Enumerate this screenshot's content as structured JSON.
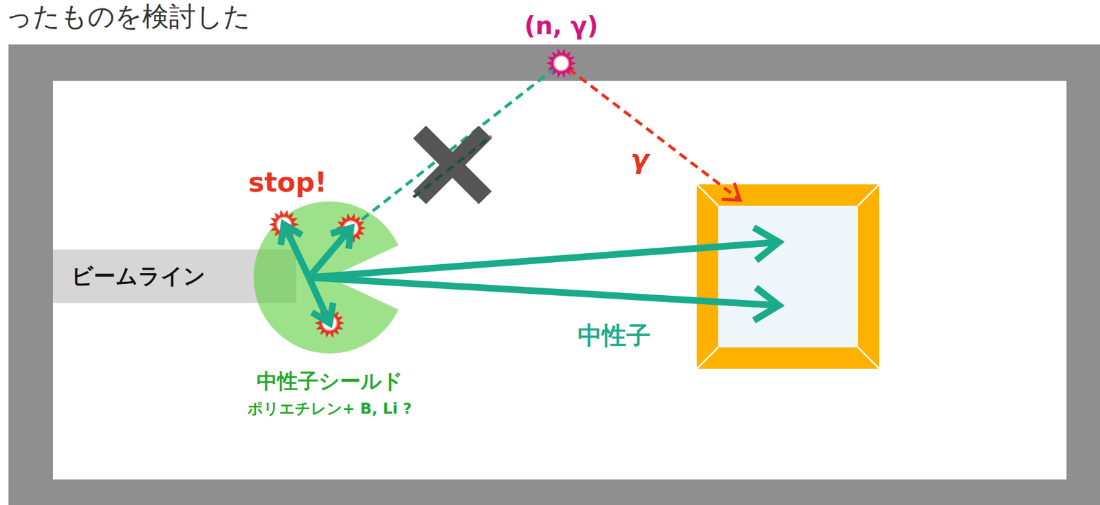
{
  "diagram": {
    "nodes": [
      {
        "text": [
          "ビームライン"
        ]
      },
      {
        "text": [
          "中性子シールド",
          "ポリエチレン+ B, Li ?"
        ]
      }
    ],
    "labels": [
      "ったものを検討した",
      "(n, γ)",
      "stop!",
      "γ",
      "中性子"
    ]
  }
}
